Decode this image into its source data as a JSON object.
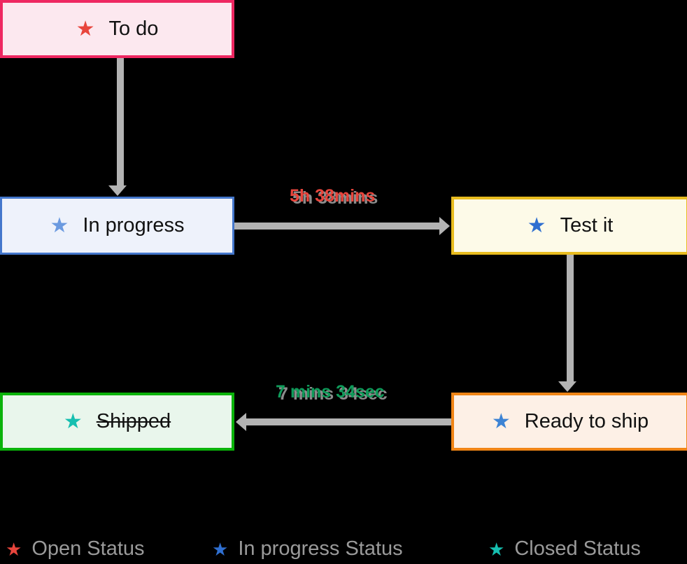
{
  "diagram": {
    "type": "state-flow",
    "background_color": "#000000",
    "edge_color": "#b3b3b3",
    "nodes": [
      {
        "id": "todo",
        "label": "To do",
        "icon": "star-icon",
        "icon_color": "#e8453c",
        "border_color": "#ee2761",
        "fill_color": "#fce8ef",
        "strikethrough": false
      },
      {
        "id": "inprogress",
        "label": "In progress",
        "icon": "star-icon",
        "icon_color": "#6b9ae0",
        "border_color": "#4477cc",
        "fill_color": "#eef2fb",
        "strikethrough": false
      },
      {
        "id": "testit",
        "label": "Test it",
        "icon": "star-icon",
        "icon_color": "#2f6fd0",
        "border_color": "#e8bc1f",
        "fill_color": "#fdfae8",
        "strikethrough": false
      },
      {
        "id": "readytoship",
        "label": "Ready to ship",
        "icon": "star-icon",
        "icon_color": "#3d83d4",
        "border_color": "#f08516",
        "fill_color": "#fdf0e6",
        "strikethrough": false
      },
      {
        "id": "shipped",
        "label": "Shipped",
        "icon": "star-icon",
        "icon_color": "#16bfb0",
        "border_color": "#0ab30a",
        "fill_color": "#e9f6ec",
        "strikethrough": true
      }
    ],
    "edges": [
      {
        "id": "todo-to-inprogress",
        "from": "todo",
        "to": "inprogress",
        "label": "",
        "direction": "down"
      },
      {
        "id": "inprogress-to-testit",
        "from": "inprogress",
        "to": "testit",
        "label": "5h 38mins",
        "label_color": "#e8453c",
        "direction": "right"
      },
      {
        "id": "testit-to-readytoship",
        "from": "testit",
        "to": "readytoship",
        "label": "",
        "direction": "down"
      },
      {
        "id": "readytoship-to-shipped",
        "from": "readytoship",
        "to": "shipped",
        "label": "7 mins 34sec",
        "label_color": "#0f9b5a",
        "direction": "left"
      }
    ]
  },
  "legend": {
    "items": [
      {
        "id": "open",
        "label": "Open Status",
        "icon": "star-icon",
        "icon_color": "#e8453c"
      },
      {
        "id": "in-progress",
        "label": "In progress Status",
        "icon": "star-icon",
        "icon_color": "#2f6fd0"
      },
      {
        "id": "closed",
        "label": "Closed Status",
        "icon": "star-icon",
        "icon_color": "#16bfb0"
      }
    ],
    "text_color": "#9a9a9a"
  }
}
